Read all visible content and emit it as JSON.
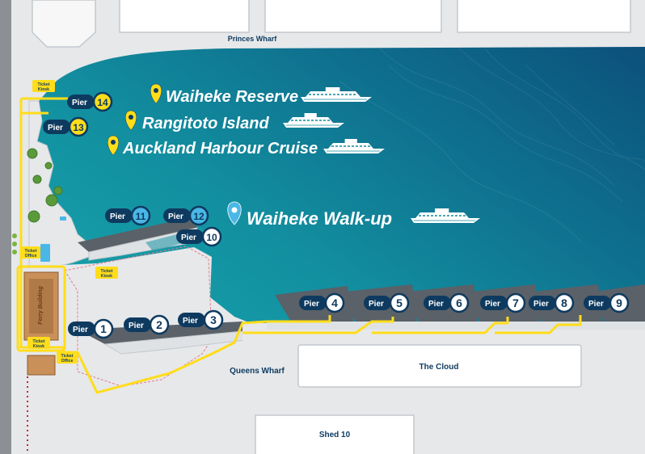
{
  "colors": {
    "water_light": "#1aa7b0",
    "water_mid": "#118a9c",
    "water_dark": "#0a4d78",
    "land": "#e6e8ea",
    "land_stroke": "#c3c8cc",
    "navy": "#0e3a5f",
    "yellow": "#ffdd1a",
    "accent_blue": "#4ab7e6",
    "pier_dark": "#5a6168"
  },
  "labels": {
    "princes_wharf": "Princes Wharf",
    "queens_wharf": "Queens Wharf",
    "the_cloud": "The Cloud",
    "shed_10": "Shed 10",
    "ferry_building": "Ferry Building"
  },
  "kiosks": {
    "top": [
      "Ticket",
      "Kiosk"
    ],
    "mid": [
      "Ticket",
      "Kiosk"
    ],
    "bottom": [
      "Ticket",
      "Kiosk"
    ],
    "office_left": [
      "Ticket",
      "Office"
    ],
    "office_bottom": [
      "Ticket",
      "Office"
    ]
  },
  "destinations": {
    "waiheke_reserve": "Waiheke Reserve",
    "rangitoto": "Rangitoto Island",
    "harbour_cruise": "Auckland Harbour Cruise",
    "waiheke_walkup": "Waiheke Walk-up"
  },
  "pier_word": "Pier",
  "piers": [
    {
      "num": "14",
      "style": "yellow"
    },
    {
      "num": "13",
      "style": "yellow"
    },
    {
      "num": "11",
      "style": "blue"
    },
    {
      "num": "12",
      "style": "blue"
    },
    {
      "num": "10",
      "style": "white"
    },
    {
      "num": "1",
      "style": "white"
    },
    {
      "num": "2",
      "style": "white"
    },
    {
      "num": "3",
      "style": "white"
    },
    {
      "num": "4",
      "style": "white"
    },
    {
      "num": "5",
      "style": "white"
    },
    {
      "num": "6",
      "style": "white"
    },
    {
      "num": "7",
      "style": "white"
    },
    {
      "num": "8",
      "style": "white"
    },
    {
      "num": "9",
      "style": "white"
    }
  ]
}
